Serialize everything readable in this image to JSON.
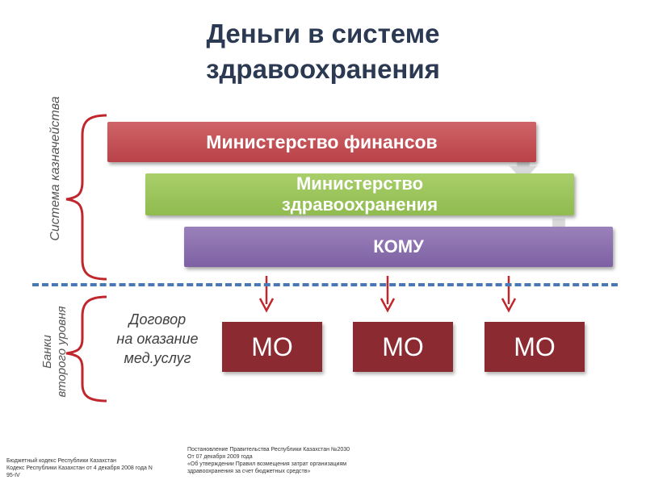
{
  "title": {
    "line1": "Деньги в системе",
    "line2": "здравоохранения"
  },
  "levels": {
    "finance": "Министерство финансов",
    "health_line1": "Министерство",
    "health_line2": "здравоохранения",
    "whom": "КОМУ"
  },
  "providers": [
    "МО",
    "МО",
    "МО"
  ],
  "contract": {
    "line1": "Договор",
    "line2": "на оказание",
    "line3": "мед.услуг"
  },
  "side_labels": {
    "treasury": "Система казначейства",
    "banks_line1": "Банки",
    "banks_line2": "второго уровня"
  },
  "footnotes": {
    "left_line1": "Бюджетный кодекс Республики Казахстан",
    "left_line2": "Кодекс Республики Казахстан от 4 декабря 2008 года N",
    "left_line3": "95-IV",
    "right_line1": "Постановление Правительства Республики Казахстан №2030",
    "right_line2": "От 07 декабря 2009 года",
    "right_line3": "«Об утверждении Правил возмещения затрат организациям",
    "right_line4": "здравоохранения за счет бюджетных средств»"
  },
  "colors": {
    "title": "#2b3a52",
    "finance_bar": "#c0494f",
    "health_bar": "#9bc55b",
    "whom_bar": "#8567a9",
    "provider_box": "#8b2b31",
    "divider": "#4a78b5",
    "arrow": "#c0272d",
    "brace": "#c0272d",
    "block_arrow": "#d9d9d9"
  }
}
